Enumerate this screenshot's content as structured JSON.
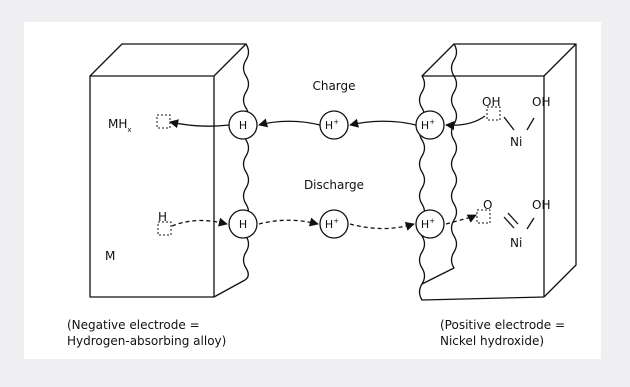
{
  "diagram": {
    "charge_label": "Charge",
    "discharge_label": "Discharge",
    "particle_h": "H",
    "particle_h_plus": "H",
    "plus_sign": "+",
    "negative_side": {
      "mh_label": "MH",
      "mh_subscript": "x",
      "h_label": "H",
      "m_label": "M"
    },
    "positive_side": {
      "oh": "OH",
      "ni": "Ni",
      "o": "O"
    },
    "captions": {
      "negative": [
        "(Negative electrode =",
        "Hydrogen-absorbing alloy)"
      ],
      "positive": [
        "(Positive electrode =",
        "Nickel hydroxide)"
      ]
    }
  }
}
